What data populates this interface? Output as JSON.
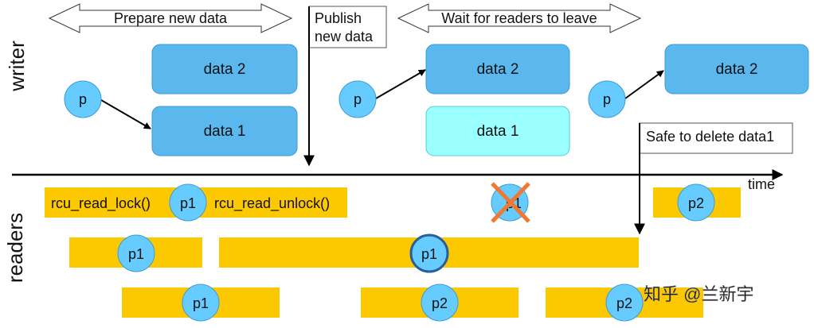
{
  "labels": {
    "writer": "writer",
    "readers": "readers",
    "time": "time",
    "prepare": "Prepare new data",
    "publish_line1": "Publish",
    "publish_line2": "new data",
    "wait": "Wait for readers to leave",
    "safe_delete": "Safe to delete data1",
    "rcu_lock": "rcu_read_lock()",
    "rcu_unlock": "rcu_read_unlock()",
    "watermark": "知乎 @兰新宇"
  },
  "writer": {
    "pointer": "p",
    "data1": "data 1",
    "data2": "data 2"
  },
  "readers": {
    "p1": "p1",
    "p2": "p2"
  },
  "colors": {
    "data_box": "#5bb8ef",
    "data_box_stale": "#99ffff",
    "reader_bar": "#fcc800",
    "pointer_circle": "#66ccff",
    "cross": "#f07830"
  }
}
